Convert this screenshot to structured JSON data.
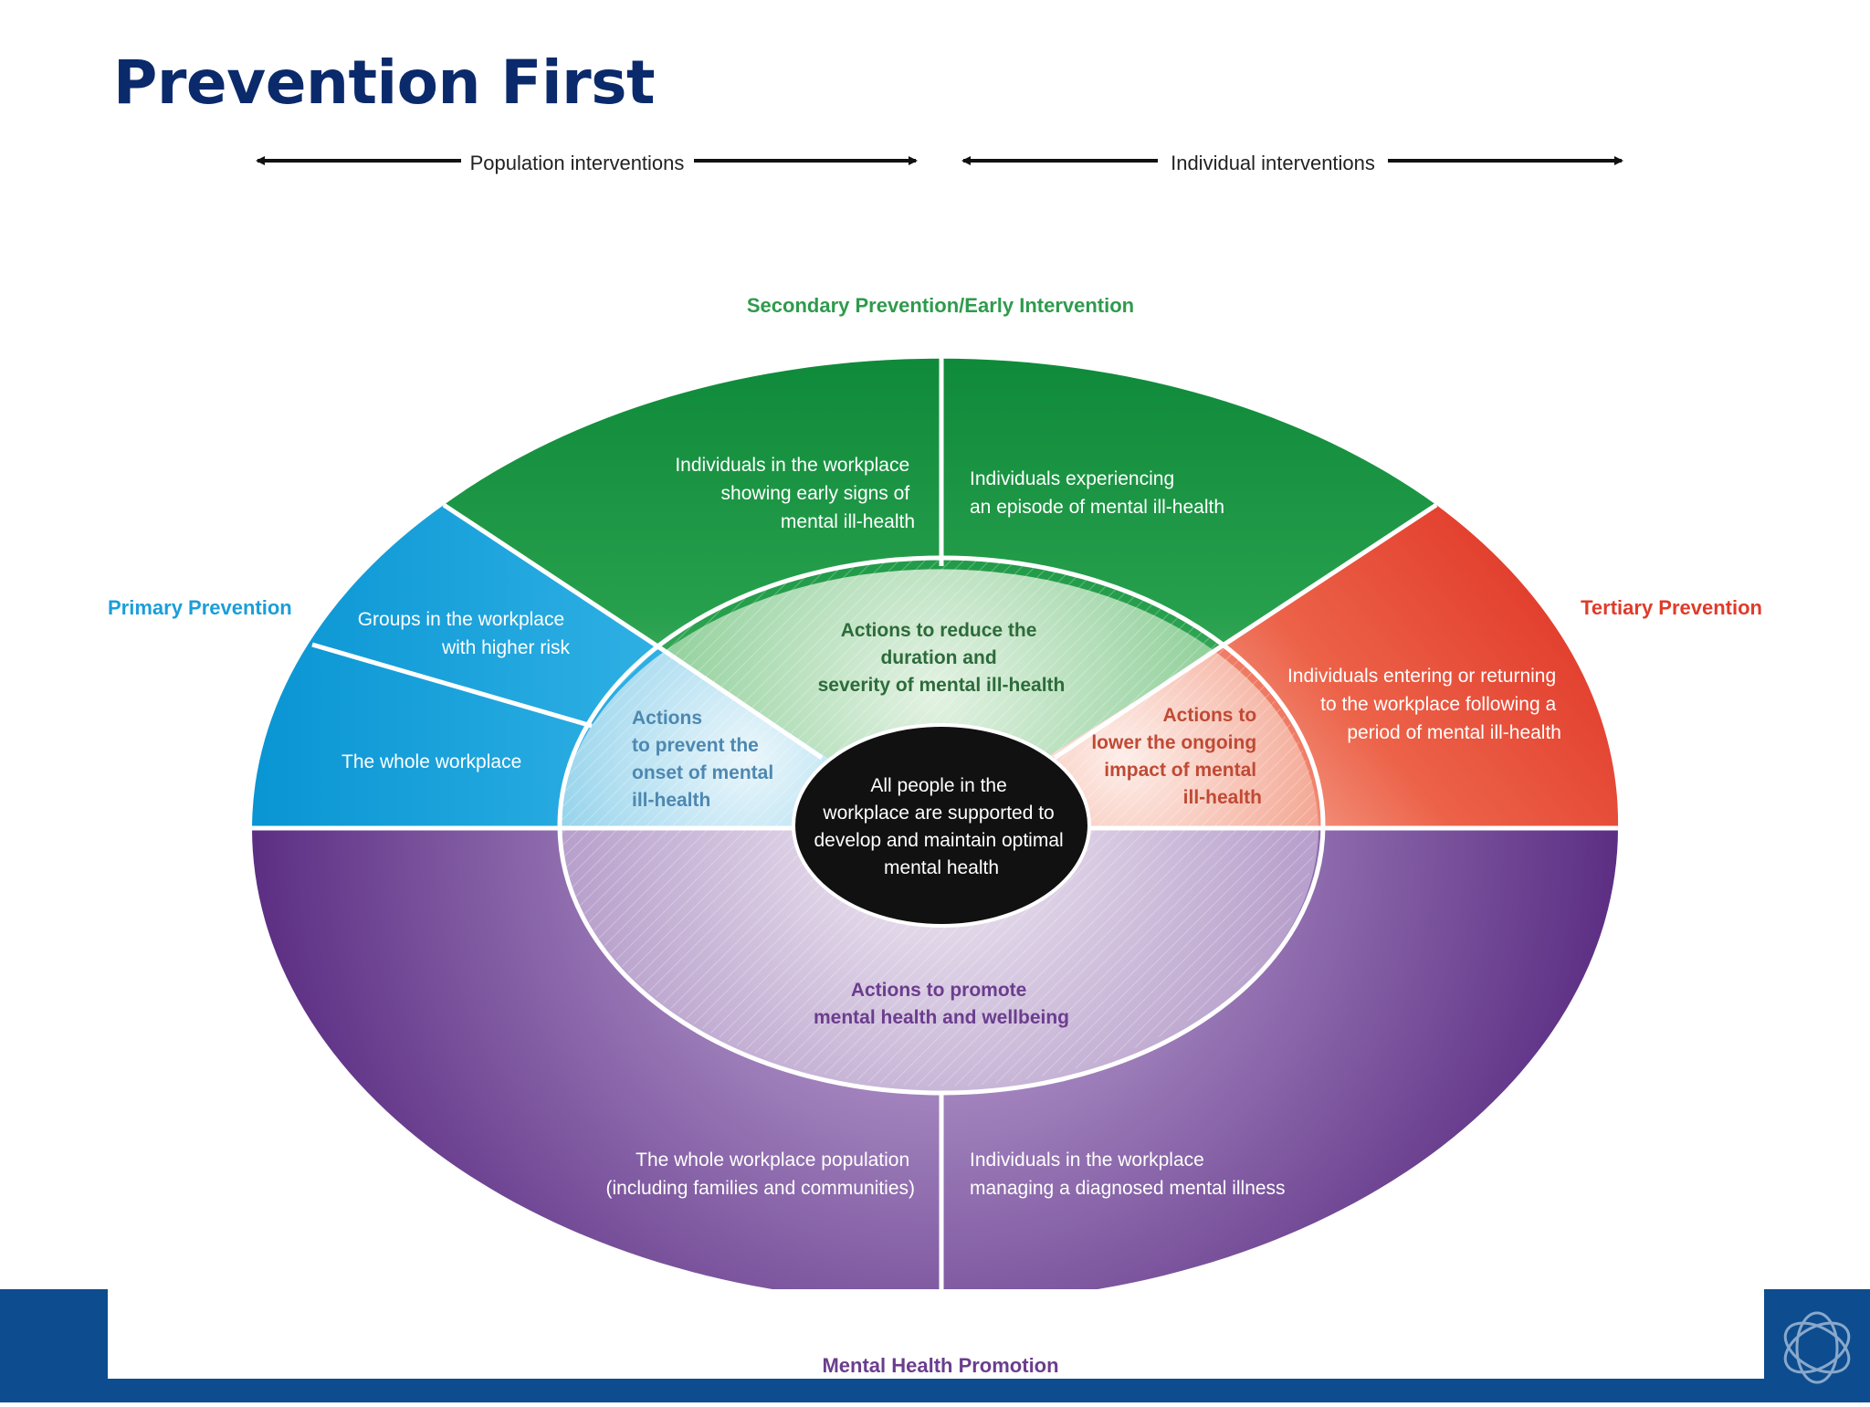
{
  "title": "Prevention First",
  "arrows": {
    "population": "Population interventions",
    "individual": "Individual interventions"
  },
  "headings": {
    "secondary": "Secondary Prevention/Early Intervention",
    "primary": "Primary Prevention",
    "tertiary": "Tertiary Prevention",
    "promotion": "Mental Health Promotion"
  },
  "outer": {
    "early_signs": [
      "Individuals in the workplace",
      "showing early signs of",
      "mental ill-health"
    ],
    "experiencing": [
      "Individuals experiencing",
      "an episode of mental ill-health"
    ],
    "higher_risk": [
      "Groups in the workplace",
      "with higher risk"
    ],
    "whole_workplace": [
      "The whole workplace"
    ],
    "returning": [
      "Individuals entering or returning",
      "to the workplace following a",
      "period of mental ill-health"
    ],
    "population": [
      "The whole workplace population",
      "(including families and communities)"
    ],
    "diagnosed": [
      "Individuals in the workplace",
      "managing a diagnosed mental illness"
    ]
  },
  "inner": {
    "reduce": [
      "Actions to reduce the",
      "duration and",
      "severity of mental ill-health"
    ],
    "prevent": [
      "Actions",
      "to prevent the",
      "onset of mental",
      "ill-health"
    ],
    "lower": [
      "Actions to",
      "lower the ongoing",
      "impact of mental",
      "ill-health"
    ],
    "promote": [
      "Actions to promote",
      "mental health and wellbeing"
    ]
  },
  "center": [
    "All people in the",
    "workplace are supported to",
    "develop and maintain optimal",
    "mental health"
  ],
  "colors": {
    "title": "#0a2a6b",
    "green": "#1a9a45",
    "blue": "#1fa0d8",
    "red": "#e0402e",
    "purple": "#5a2c82",
    "footer": "#0d4d8f"
  }
}
